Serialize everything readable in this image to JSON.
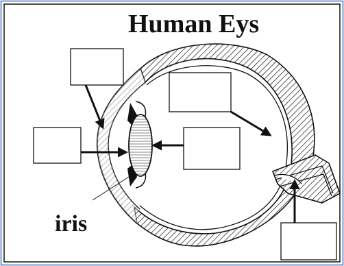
{
  "diagram": {
    "title": "Human Eys",
    "labels": {
      "iris": "iris"
    },
    "blank_boxes": [
      {
        "id": "box-top-left",
        "text": ""
      },
      {
        "id": "box-middle-left",
        "text": ""
      },
      {
        "id": "box-top-right",
        "text": ""
      },
      {
        "id": "box-center",
        "text": ""
      },
      {
        "id": "box-bottom-right",
        "text": ""
      }
    ]
  },
  "colors": {
    "frame_outer": "#4472c4",
    "frame_inner": "#111111",
    "ink": "#111111",
    "background": "#ffffff"
  }
}
